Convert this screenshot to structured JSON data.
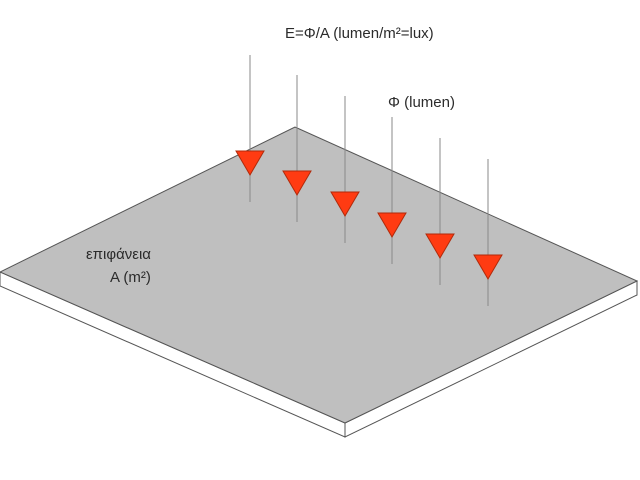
{
  "labels": {
    "formula": "E=Φ/A (lumen/m²=lux)",
    "flux": "Φ (lumen)",
    "surface_line1": "επιφάνεια",
    "surface_line2": "A (m²)"
  },
  "colors": {
    "surface_top": "#bfbfbf",
    "surface_edge": "#ffffff",
    "outline": "#555555",
    "ray_line": "#8a8a8a",
    "arrowhead_fill": "#ff3b12",
    "arrowhead_stroke": "#b02a0a"
  },
  "rays": {
    "count": 6
  }
}
